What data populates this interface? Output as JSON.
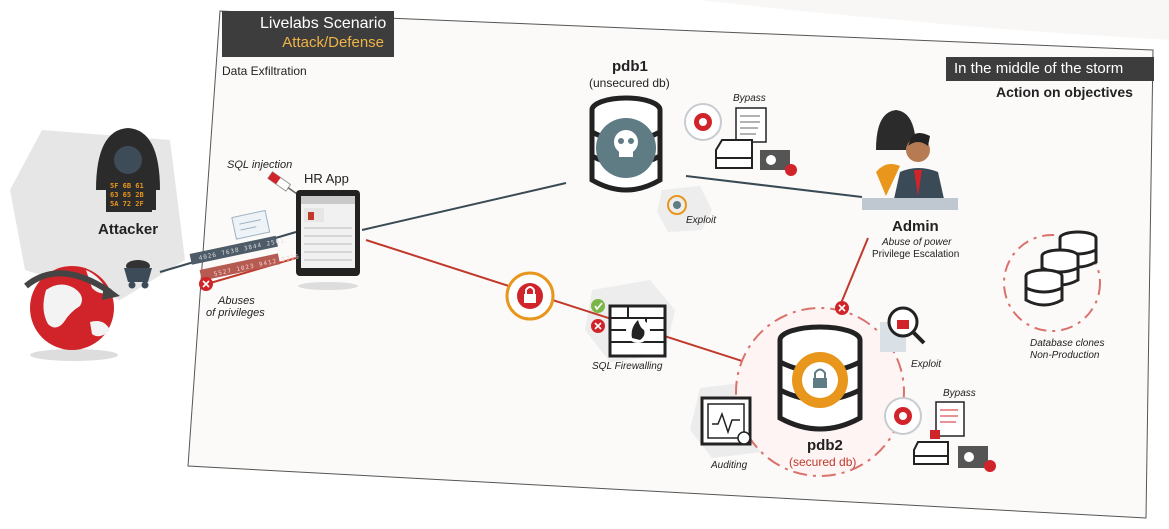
{
  "header": {
    "title_line1": "Livelabs Scenario",
    "title_line2": "Attack/Defense",
    "subtitle": "Data Exfiltration"
  },
  "storm": {
    "banner": "In the middle of the storm",
    "subtitle": "Action on objectives"
  },
  "attacker": {
    "label": "Attacker",
    "code_grid": [
      "5F 6B 61",
      "63 65 2B",
      "5A 72 2F"
    ]
  },
  "sql_injection": {
    "label": "SQL injection"
  },
  "hr_app": {
    "label": "HR App"
  },
  "abuses": {
    "line1": "Abuses",
    "line2": "of privileges"
  },
  "card_strips": {
    "strip1": "4026 7638 3844 2561",
    "strip2": "5527 1023 9412 3316"
  },
  "pdb1": {
    "name": "pdb1",
    "desc": "(unsecured db)",
    "bypass": "Bypass",
    "exploit": "Exploit"
  },
  "admin": {
    "label": "Admin",
    "line1": "Abuse of power",
    "line2": "Privilege Escalation"
  },
  "db_clones": {
    "line1": "Database clones",
    "line2": "Non-Production"
  },
  "firewall": {
    "label": "SQL Firewalling"
  },
  "auditing": {
    "label": "Auditing"
  },
  "pdb2": {
    "name": "pdb2",
    "desc": "(secured db)",
    "bypass": "Bypass",
    "exploit": "Exploit"
  },
  "colors": {
    "accent_red": "#c0392b",
    "accent_orange": "#e8961c",
    "dark": "#222222",
    "title_bg": "#3d3d3d",
    "title_gold": "#f0b347"
  }
}
